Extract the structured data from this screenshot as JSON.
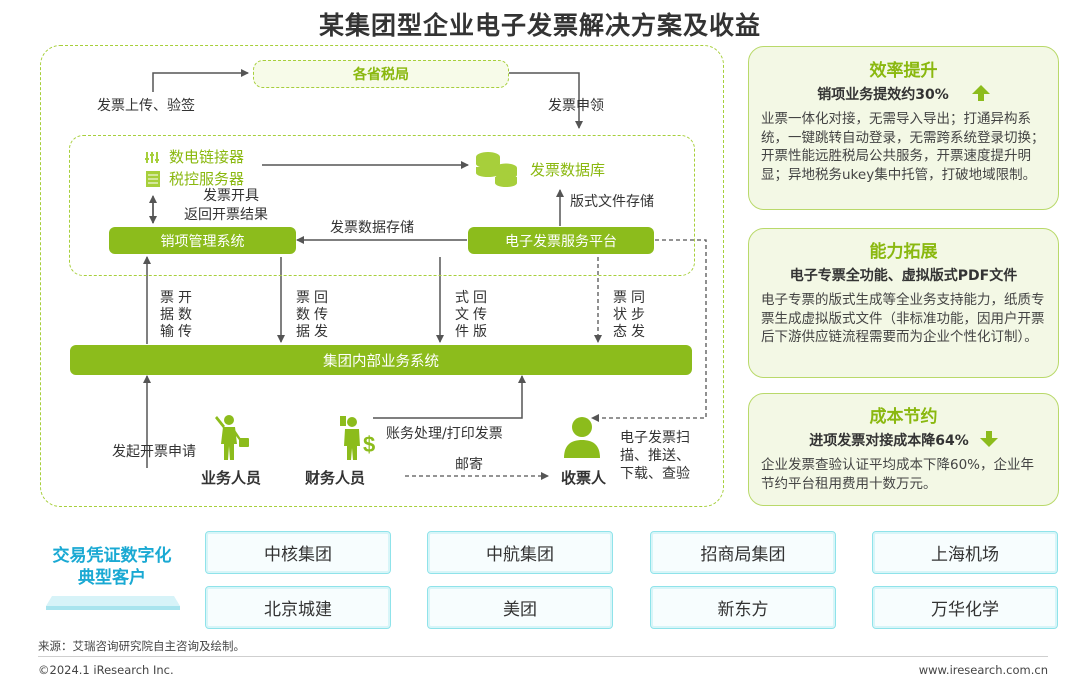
{
  "title": "某集团型企业电子发票解决方案及收益",
  "diagram": {
    "tax_bureau": "各省税局",
    "upload_verify": "发票上传、验签",
    "invoice_claim": "发票申领",
    "digital_connector": "数电链接器",
    "tax_server": "税控服务器",
    "issue_invoice": "发票开具",
    "return_result": "返回开票结果",
    "invoice_db": "发票数据库",
    "layout_storage": "版式文件存储",
    "sales_system": "销项管理系统",
    "invoice_data_storage": "发票数据存储",
    "einvoice_platform": "电子发票服务平台",
    "group_system": "集团内部业务系统",
    "v_invoicing_data": [
      "开",
      "票",
      "数",
      "据",
      "传",
      "输"
    ],
    "v_invoice_data_transfer": [
      "票",
      "回",
      "数",
      "传",
      "据",
      "发"
    ],
    "v_layout_transfer": [
      "式",
      "回",
      "文",
      "传",
      "件",
      "版"
    ],
    "v_status_sync": [
      "票",
      "同",
      "状",
      "步",
      "态",
      "发"
    ],
    "start_request": "发起开票申请",
    "accounting": "账务处理/打印发票",
    "mail": "邮寄",
    "scan_lines": [
      "电子发票扫",
      "描、推送、",
      "下载、查验"
    ],
    "business_staff": "业务人员",
    "finance_staff": "财务人员",
    "recipient": "收票人"
  },
  "panels": [
    {
      "title": "效率提升",
      "subtitle": "销项业务提效约30%",
      "arrow": "up",
      "body": "业票一体化对接，无需导入导出；打通异构系统，一键跳转自动登录，无需跨系统登录切换；开票性能远胜税局公共服务，开票速度提升明显；异地税务ukey集中托管，打破地域限制。"
    },
    {
      "title": "能力拓展",
      "subtitle": "电子专票全功能、虚拟版式PDF文件",
      "arrow": "",
      "body": "电子专票的版式生成等全业务支持能力，纸质专票生成虚拟版式文件（非标准功能，因用户开票后下游供应链流程需要而为企业个性化订制）。"
    },
    {
      "title": "成本节约",
      "subtitle": "进项发票对接成本降64%",
      "arrow": "down",
      "body": "企业发票查验认证平均成本下降60%，企业年节约平台租用费用十数万元。"
    }
  ],
  "customers": {
    "title": "交易凭证数字化典型客户",
    "items": [
      "中核集团",
      "中航集团",
      "招商局集团",
      "上海机场",
      "北京城建",
      "美团",
      "新东方",
      "万华化学"
    ]
  },
  "footer": {
    "source": "来源：艾瑞咨询研究院自主咨询及绘制。",
    "copyright": "©2024.1 iResearch Inc.",
    "website": "www.iresearch.com.cn"
  },
  "colors": {
    "green": "#8cbc1c",
    "accent_text": "#8ab80f",
    "cyan": "#1aa9d3"
  }
}
